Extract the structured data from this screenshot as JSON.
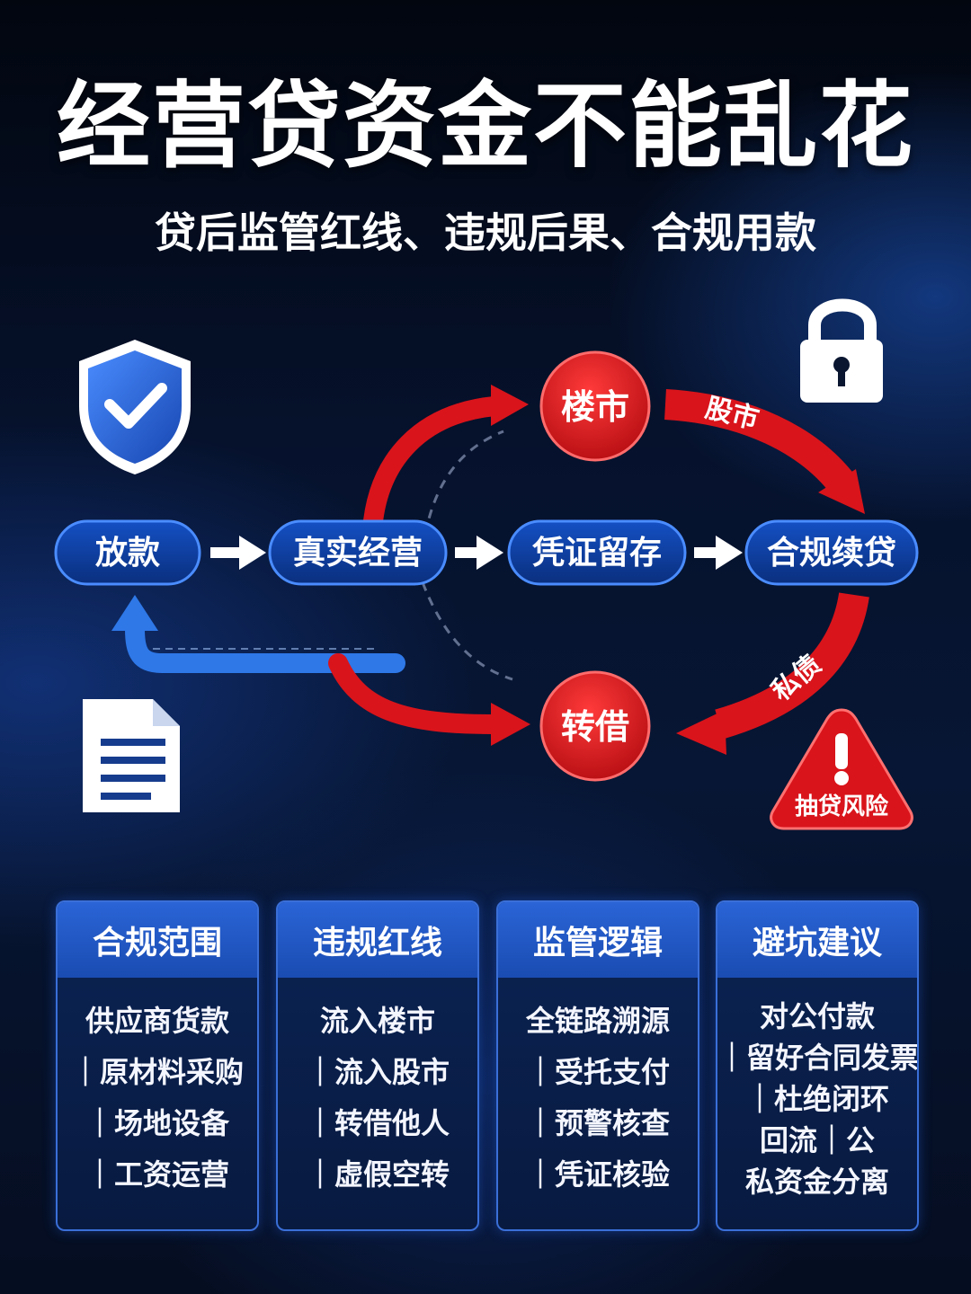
{
  "header": {
    "title": "经营贷资金不能乱花",
    "subtitle": "贷后监管红线、违规后果、合规用款"
  },
  "flow": {
    "nodes": [
      "放款",
      "真实经营",
      "凭证留存",
      "合规续贷"
    ],
    "risk_nodes": [
      "楼市",
      "转借"
    ],
    "arrow_labels": [
      "股市",
      "私债"
    ],
    "warning_label": "抽贷风险"
  },
  "icons": [
    "shield-check-icon",
    "lock-icon",
    "document-icon",
    "warning-icon"
  ],
  "columns": [
    {
      "title": "合规范围",
      "items": [
        "供应商货款",
        "｜原材料采购",
        "｜场地设备",
        "｜工资运营"
      ]
    },
    {
      "title": "违规红线",
      "items": [
        "流入楼市",
        "｜流入股市",
        "｜转借他人",
        "｜虚假空转"
      ]
    },
    {
      "title": "监管逻辑",
      "items": [
        "全链路溯源",
        "｜受托支付",
        "｜预警核查",
        "｜凭证核验"
      ]
    },
    {
      "title": "避坑建议",
      "items": [
        "对公付款",
        "｜留好合同发票",
        "｜杜绝闭环",
        "回流｜公",
        "私资金分离"
      ]
    }
  ],
  "colors": {
    "node_fill": "#0d3a9a",
    "node_border": "#4a8cff",
    "risk_red": "#d9141b",
    "column_head": "#2a64d6"
  }
}
